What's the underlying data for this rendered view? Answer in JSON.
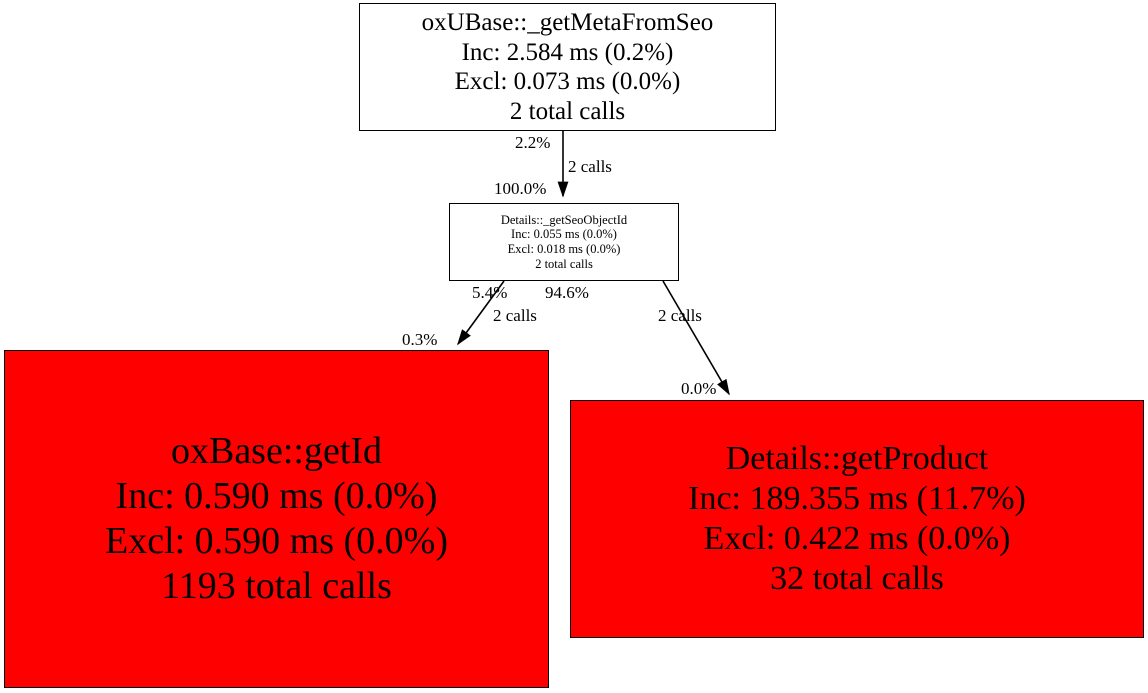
{
  "graph": {
    "type": "call-graph",
    "background": "#ffffff",
    "highlight_color": "#ff0000",
    "node_default_color": "#ffffff",
    "border_color": "#000000",
    "nodes": [
      {
        "id": "oxubase-getmetafromseo",
        "name": "oxUBase::_getMetaFromSeo",
        "inclusive": "Inc: 2.584 ms (0.2%)",
        "exclusive": "Excl: 0.073 ms (0.0%)",
        "calls": "2 total calls",
        "color": "#ffffff"
      },
      {
        "id": "details-getseoobjectid",
        "name": "Details::_getSeoObjectId",
        "inclusive": "Inc: 0.055 ms (0.0%)",
        "exclusive": "Excl: 0.018 ms (0.0%)",
        "calls": "2 total calls",
        "color": "#ffffff"
      },
      {
        "id": "oxbase-getid",
        "name": "oxBase::getId",
        "inclusive": "Inc: 0.590 ms (0.0%)",
        "exclusive": "Excl: 0.590 ms (0.0%)",
        "calls": "1193 total calls",
        "color": "#ff0000"
      },
      {
        "id": "details-getproduct",
        "name": "Details::getProduct",
        "inclusive": "Inc: 189.355 ms (11.7%)",
        "exclusive": "Excl: 0.422 ms (0.0%)",
        "calls": "32 total calls",
        "color": "#ff0000"
      }
    ],
    "edges": [
      {
        "id": "edge-root-to-seo",
        "from": "oxubase-getmetafromseo",
        "to": "details-getseoobjectid",
        "source_pct": "2.2%",
        "calls": "2 calls",
        "target_pct": "100.0%"
      },
      {
        "id": "edge-seo-to-getid",
        "from": "details-getseoobjectid",
        "to": "oxbase-getid",
        "source_pct": "5.4%",
        "calls": "2 calls",
        "target_pct": "0.3%"
      },
      {
        "id": "edge-seo-to-getproduct",
        "from": "details-getseoobjectid",
        "to": "details-getproduct",
        "source_pct": "94.6%",
        "calls": "2 calls",
        "target_pct": "0.0%"
      }
    ]
  }
}
